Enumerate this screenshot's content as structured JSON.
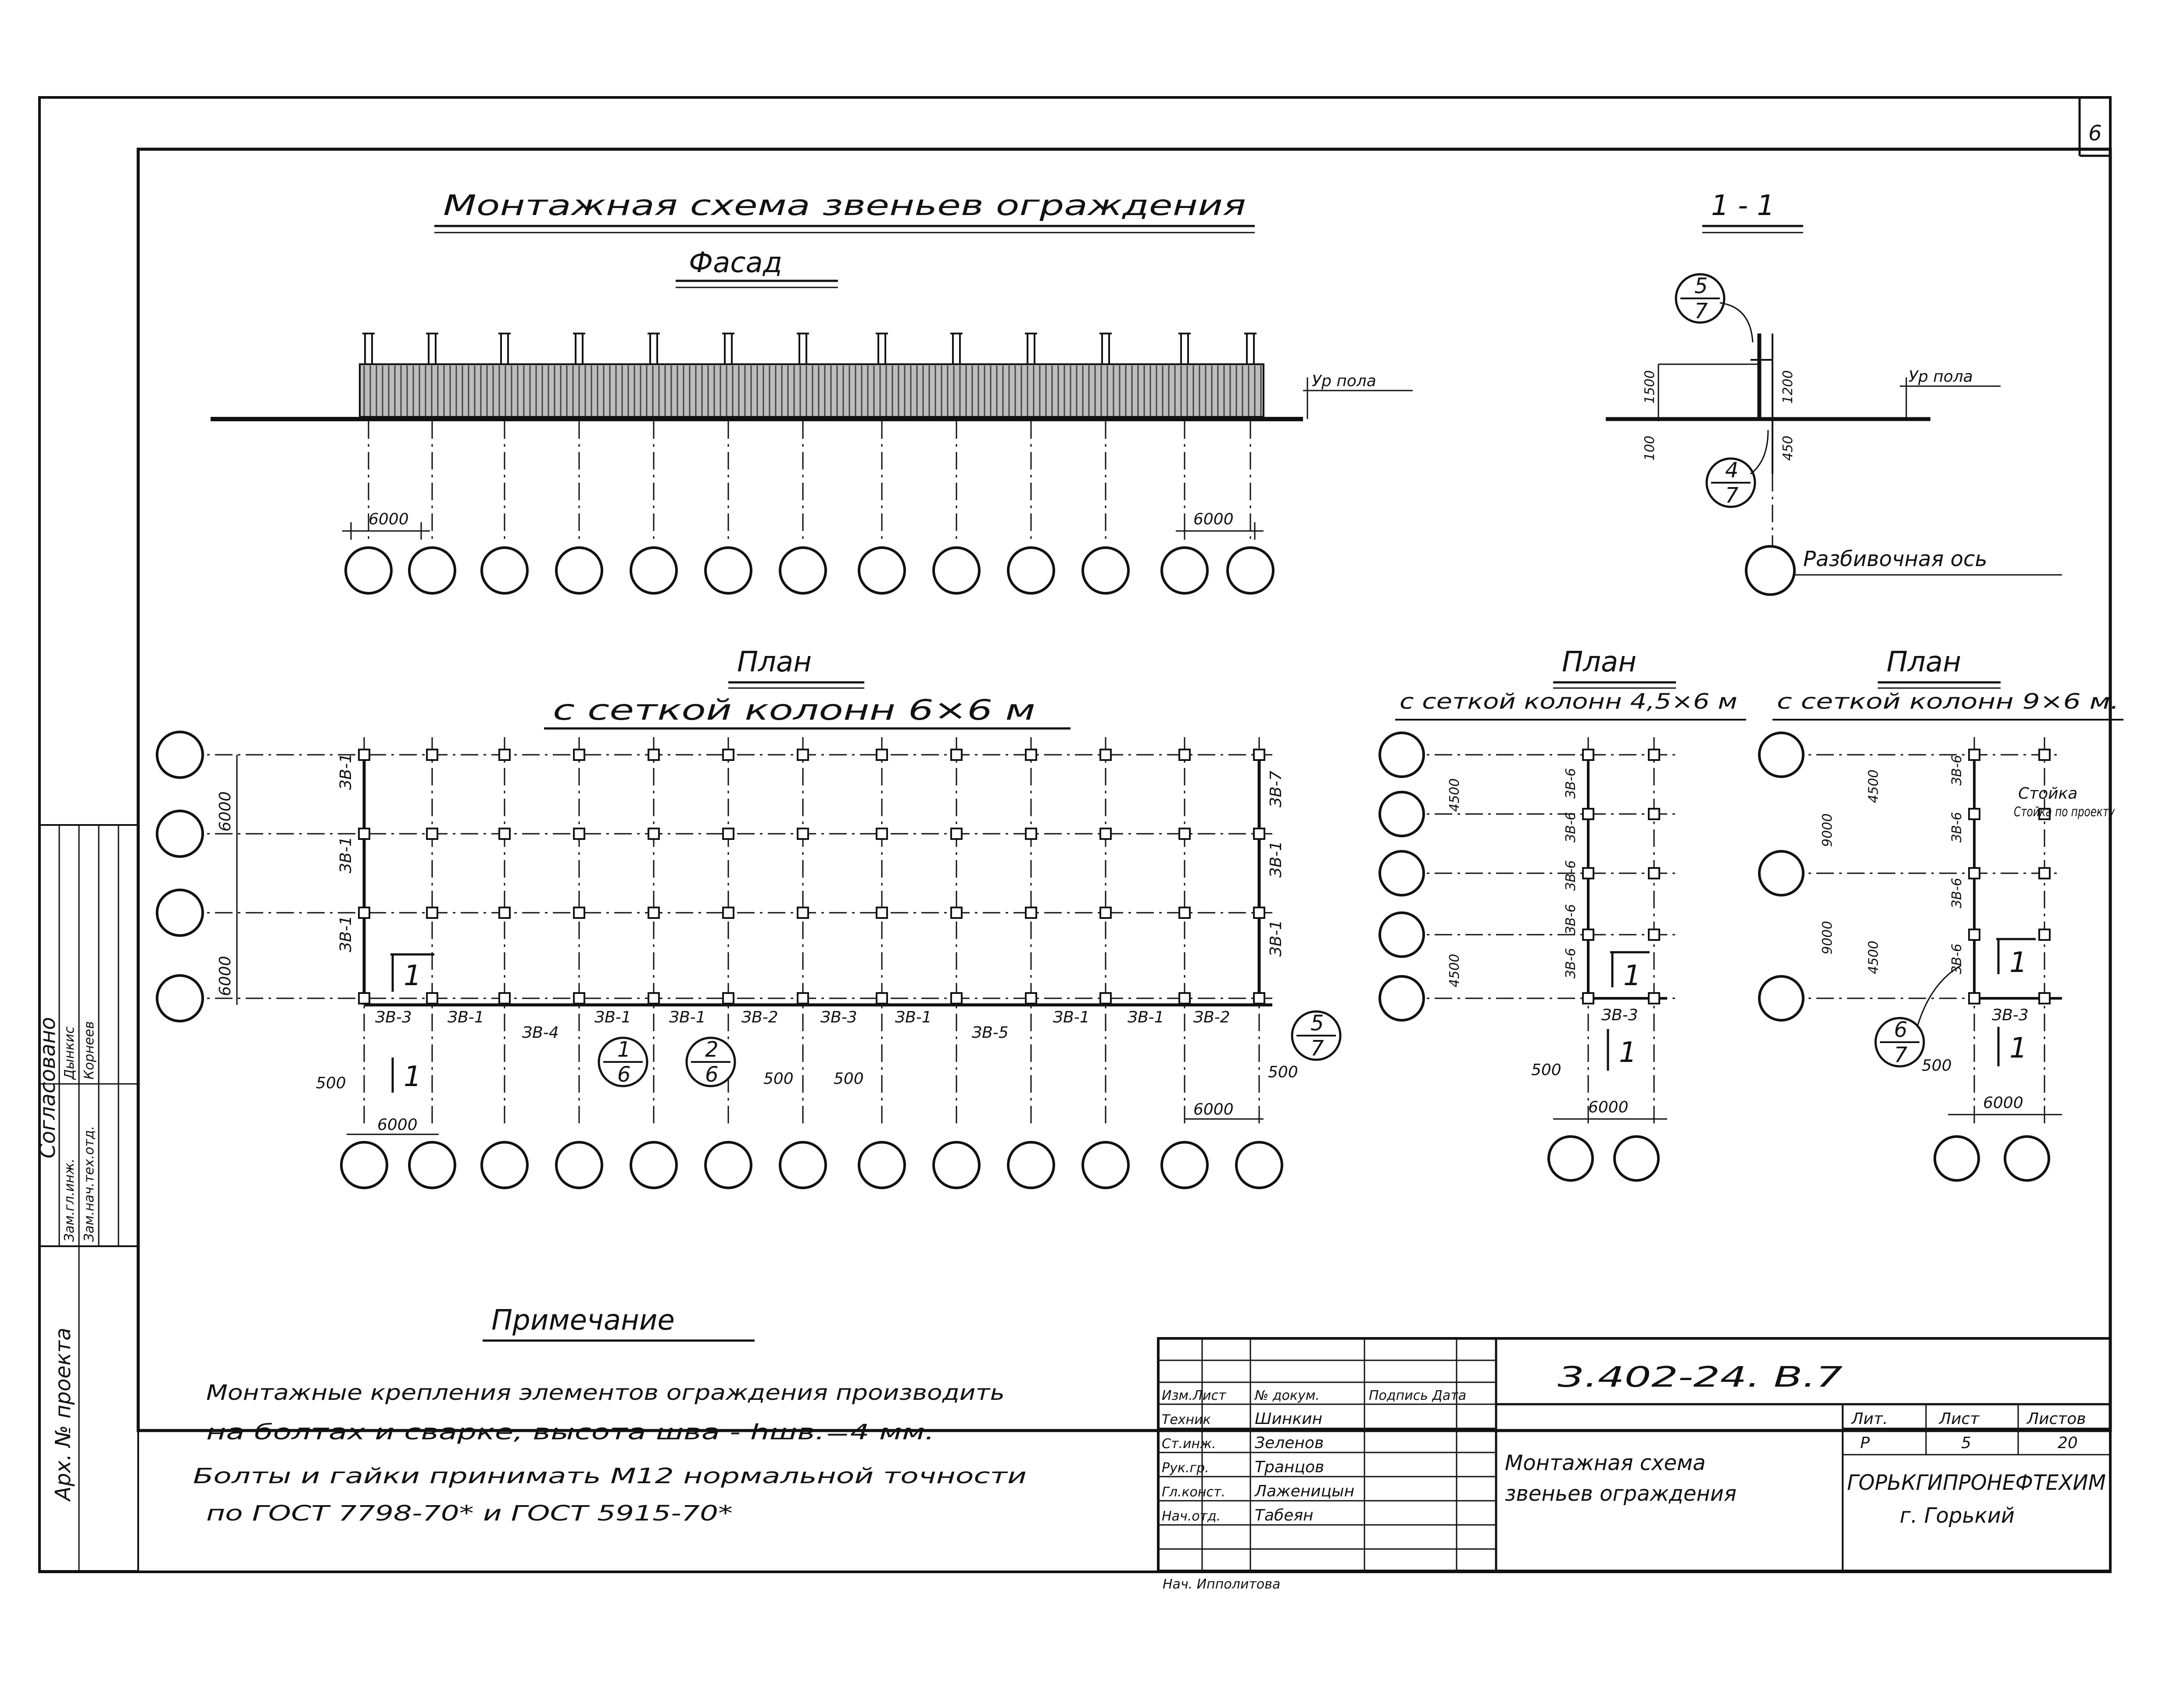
{
  "sheet_number_corner": "6",
  "titles": {
    "main": "Монтажная схема звеньев ограждения",
    "facade": "Фасад",
    "section": "1 - 1",
    "plan_main": "План",
    "plan_main_sub": "с сеткой колонн 6×6 м",
    "plan_b": "План",
    "plan_b_sub": "с сеткой колонн 4,5×6 м",
    "plan_c": "План",
    "plan_c_sub": "с сеткой колонн 9×6 м."
  },
  "facade": {
    "floor_label": "Ур пола",
    "dim_left": "6000",
    "dim_right": "6000"
  },
  "section": {
    "callout_top": {
      "num": "5",
      "den": "7"
    },
    "callout_bottom": {
      "num": "4",
      "den": "7"
    },
    "floor_label": "Ур пола",
    "axis_label": "Разбивочная ось",
    "dim_a": "1500",
    "dim_b": "1200",
    "dim_c": "450",
    "dim_d": "100"
  },
  "plan_main": {
    "left_dims": [
      "6000",
      "6000"
    ],
    "left_labels": [
      "ЗВ-1",
      "ЗВ-1",
      "ЗВ-1"
    ],
    "right_labels": [
      "ЗВ-7",
      "ЗВ-1",
      "ЗВ-1"
    ],
    "bottom_labels": [
      "ЗВ-3",
      "ЗВ-1",
      "ЗВ-4",
      "ЗВ-1",
      "ЗВ-1",
      "ЗВ-2",
      "ЗВ-3",
      "ЗВ-1",
      "ЗВ-5",
      "ЗВ-1",
      "ЗВ-1",
      "ЗВ-2"
    ],
    "callouts": [
      {
        "num": "1",
        "den": "6"
      },
      {
        "num": "2",
        "den": "6"
      },
      {
        "num": "5",
        "den": "7"
      }
    ],
    "mark": "1",
    "dims": {
      "d500a": "500",
      "d500b": "500",
      "d500c": "500",
      "d500d": "500",
      "d6000a": "6000",
      "d6000b": "6000"
    }
  },
  "plan_b": {
    "dims": [
      "4500",
      "4500"
    ],
    "labels": [
      "ЗВ-6",
      "ЗВ-6",
      "ЗВ-6",
      "ЗВ-6",
      "ЗВ-6"
    ],
    "bottom": "ЗВ-3",
    "d500": "500",
    "d6000": "6000",
    "mark": "1"
  },
  "plan_c": {
    "dims": [
      "9000",
      "9000",
      "4500",
      "4500"
    ],
    "labels": [
      "ЗВ-6",
      "ЗВ-6",
      "ЗВ-6",
      "ЗВ-6"
    ],
    "bottom": "ЗВ-3",
    "note": "Стойка по проекту",
    "callout": {
      "num": "6",
      "den": "7"
    },
    "d500": "500",
    "d6000": "6000",
    "mark": "1"
  },
  "notes": {
    "title": "Примечание",
    "lines": [
      "Монтажные крепления элементов ограждения производить",
      "на болтах и сварке, высота шва - hшв.=4 мм.",
      "Болты и гайки принимать М12 нормальной точности",
      "по ГОСТ 7798-70* и ГОСТ 5915-70*"
    ]
  },
  "side_stamp": {
    "header": "Согласовано",
    "rows": [
      {
        "role": "Зам.гл.инж.",
        "name": "Дынкис"
      },
      {
        "role": "Зам.нач.тех.отд.",
        "name": "Корнеев"
      }
    ],
    "archive": "Арх. № проекта"
  },
  "title_block": {
    "code": "3.402-24. В.7",
    "drawing_name_1": "Монтажная схема",
    "drawing_name_2": "звеньев ограждения",
    "header_cols": [
      "Изм.",
      "Лист",
      "№ докум.",
      "Подпись",
      "Дата"
    ],
    "staff": [
      {
        "role": "Техник",
        "name": "Шинкин"
      },
      {
        "role": "Ст.инж.",
        "name": "Зеленов"
      },
      {
        "role": "Рук.гр.",
        "name": "Транцов"
      },
      {
        "role": "Гл.конст.",
        "name": "Лаженицын"
      },
      {
        "role": "Нач.отд.",
        "name": "Табеян"
      }
    ],
    "footer_note": "Нач. Ипполитова",
    "stage_label": "Лит.",
    "sheet_label": "Лист",
    "sheets_label": "Листов",
    "stage": "Р",
    "sheet": "5",
    "sheets": "20",
    "org_1": "ГОРЬКГИПРОНЕФТЕХИМ",
    "org_2": "г. Горький"
  }
}
